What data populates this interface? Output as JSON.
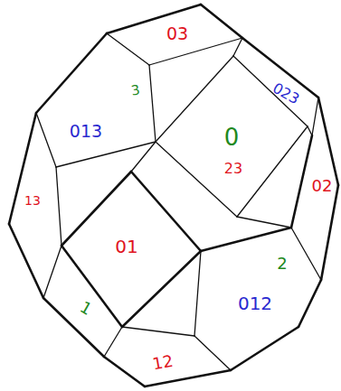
{
  "diagram": {
    "labels": [
      "03",
      "013",
      "3",
      "023",
      "0",
      "23",
      "13",
      "02",
      "01",
      "2",
      "012",
      "1",
      "12"
    ]
  }
}
